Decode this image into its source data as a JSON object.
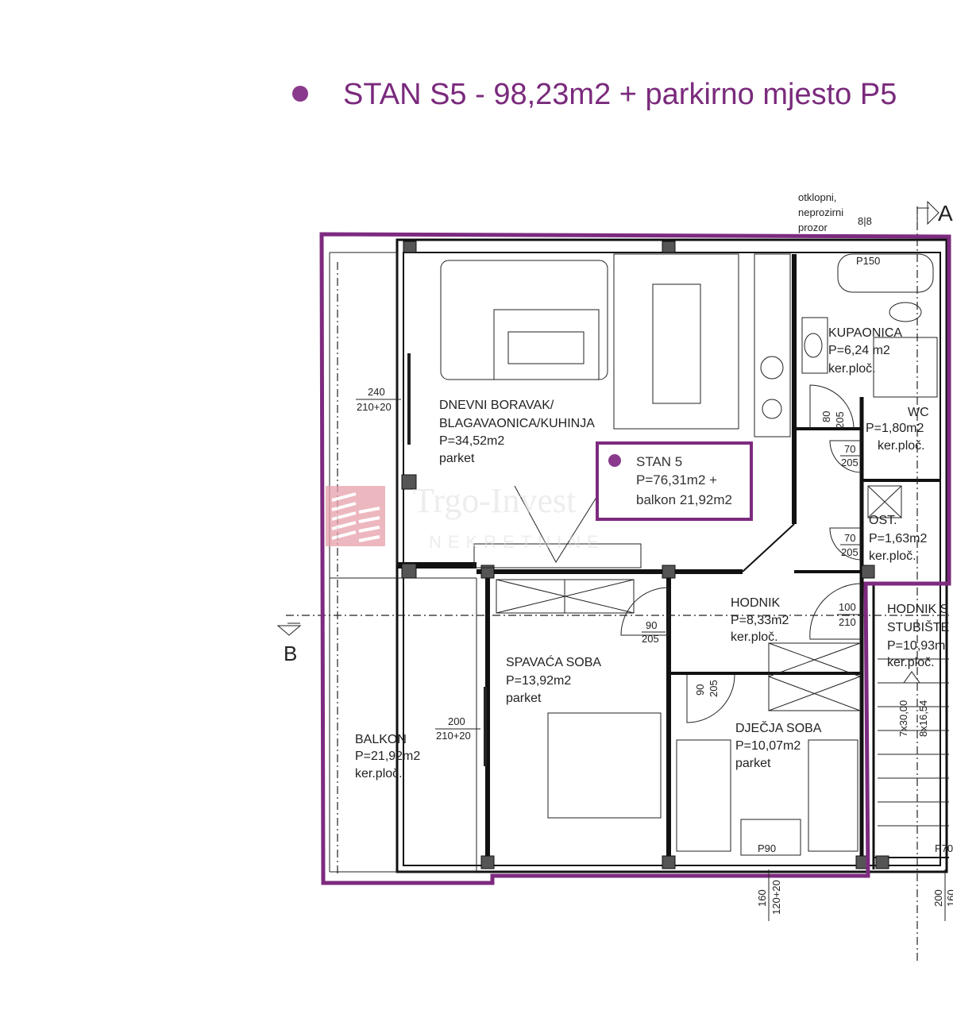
{
  "title": {
    "text": "STAN S5 - 98,23m2 + parkirno mjesto P5",
    "color": "#7a2a7c"
  },
  "colors": {
    "outline": "#7d2a7f",
    "watermark": "#e8a0aa"
  },
  "watermark": {
    "brand": "Trgo-Invest",
    "sub": "NEKRETNINE"
  },
  "summary_box": {
    "line1": "STAN 5",
    "line2": "P=76,31m2 +",
    "line3": "balkon 21,92m2"
  },
  "rooms": [
    {
      "name1": "DNEVNI BORAVAK/",
      "name2": "BLAGAVAONICA/KUHINJA",
      "area": "P=34,52m2",
      "floor": "parket"
    },
    {
      "name1": "KUPAONICA",
      "area": "P=6,24 m2",
      "floor": "ker.ploč."
    },
    {
      "name1": "WC",
      "area": "P=1,80m2",
      "floor": "ker.ploč."
    },
    {
      "name1": "OST.",
      "area": "P=1,63m2",
      "floor": "ker.ploč."
    },
    {
      "name1": "HODNIK",
      "area": "P=8,33m2",
      "floor": "ker.ploč."
    },
    {
      "name1": "HODNIK S",
      "name2": "STUBIŠTE",
      "area": "P=10,93m",
      "floor": "ker.ploč."
    },
    {
      "name1": "SPAVAĆA SOBA",
      "area": "P=13,92m2",
      "floor": "parket"
    },
    {
      "name1": "DJEČJA SOBA",
      "area": "P=10,07m2",
      "floor": "parket"
    },
    {
      "name1": "BALKON",
      "area": "P=21,92m2",
      "floor": "ker.ploč."
    }
  ],
  "annotations": {
    "window_note": [
      "otklopni,",
      "neprozirni",
      "prozor"
    ],
    "window_dim": "8|8",
    "section_a": "A",
    "section_b": "B",
    "bath_width": "P150",
    "p90": "P90",
    "p70": "P70",
    "stairs1": "7x30,00",
    "stairs2": "8x16,54"
  },
  "dimensions": [
    {
      "top": "240",
      "bottom": "210+20"
    },
    {
      "top": "200",
      "bottom": "210+20"
    },
    {
      "top": "80",
      "bottom": "205"
    },
    {
      "top": "70",
      "bottom": "205"
    },
    {
      "top": "70",
      "bottom": "205"
    },
    {
      "top": "100",
      "bottom": "210"
    },
    {
      "top": "90",
      "bottom": "205"
    },
    {
      "top": "90",
      "bottom": "205"
    },
    {
      "top": "160",
      "bottom": "120+20"
    },
    {
      "top": "200",
      "bottom": "160"
    }
  ]
}
